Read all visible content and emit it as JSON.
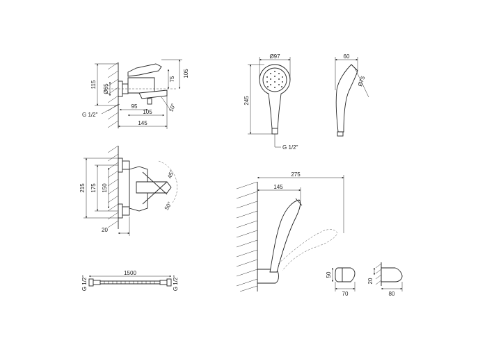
{
  "bath_mixer_side": {
    "height_115": "115",
    "height_105": "105",
    "height_75": "75",
    "diam_65": "Ø65",
    "connection": "G 1/2\"",
    "width_95": "95",
    "width_105": "105",
    "width_145": "145",
    "angle_10": "10°"
  },
  "bath_mixer_front": {
    "height_215": "215",
    "height_175": "175",
    "height_150": "150",
    "offset_20": "20",
    "angle_45": "45°",
    "angle_50": "50°"
  },
  "hose": {
    "length": "1500",
    "connection_left": "G 1/2\"",
    "connection_right": "G 1/2\""
  },
  "hand_shower": {
    "head_diam": "Ø97",
    "length": "245",
    "connection": "G 1/2\"",
    "depth": "60",
    "side_diam": "Ø75"
  },
  "wall_mount": {
    "overall": "275",
    "reach": "145"
  },
  "holder": {
    "height_50": "50",
    "width_70": "70",
    "offset_20": "20",
    "width_80": "80"
  }
}
